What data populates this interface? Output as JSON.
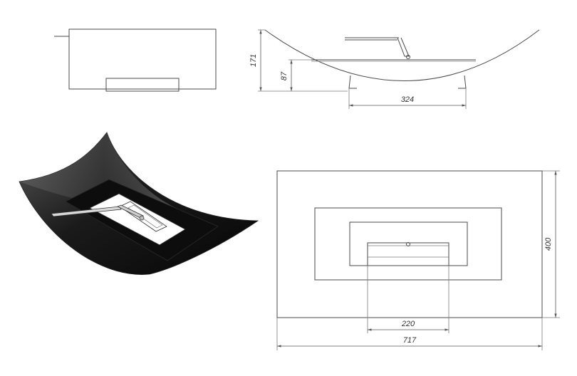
{
  "dimensions": {
    "height_total": "171",
    "height_lower": "87",
    "base_width": "324",
    "burner_width": "220",
    "overall_width": "717",
    "overall_depth": "400"
  },
  "colors": {
    "line": "#4a4a4a",
    "dimension": "#555555",
    "text": "#333333",
    "solid": "#111111"
  }
}
